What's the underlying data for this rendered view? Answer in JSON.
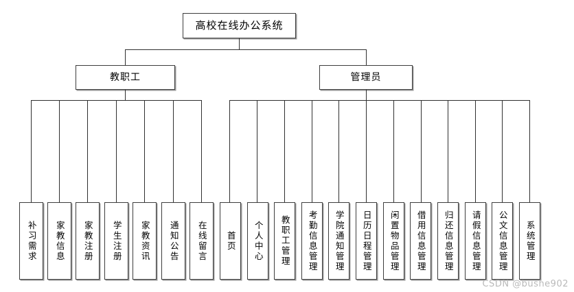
{
  "diagram": {
    "type": "tree-hierarchy",
    "root": {
      "label": "高校在线办公系统"
    },
    "branches": [
      {
        "id": "staff",
        "label": "教职工",
        "leaves": [
          {
            "label": "补习需求"
          },
          {
            "label": "家教信息"
          },
          {
            "label": "家教注册"
          },
          {
            "label": "学生注册"
          },
          {
            "label": "家教资讯"
          },
          {
            "label": "通知公告"
          },
          {
            "label": "在线留言"
          }
        ]
      },
      {
        "id": "admin",
        "label": "管理员",
        "leaves": [
          {
            "label": "首页"
          },
          {
            "label": "个人中心"
          },
          {
            "label": "教职工管理"
          },
          {
            "label": "考勤信息管理"
          },
          {
            "label": "学院通知管理"
          },
          {
            "label": "日历日程管理"
          },
          {
            "label": "闲置物品管理"
          },
          {
            "label": "借用信息管理"
          },
          {
            "label": "归还信息管理"
          },
          {
            "label": "请假信息管理"
          },
          {
            "label": "公文信息管理"
          },
          {
            "label": "系统管理"
          }
        ]
      }
    ]
  },
  "watermark": {
    "text": "CSDN @bushe902"
  },
  "colors": {
    "background": "#ffffff",
    "box_fill": "#ffffff",
    "box_border": "#3c3c3c",
    "box_shadow": "#9a9a9a",
    "connector": "#2e2e2e",
    "text": "#000000",
    "watermark": "#b9b9b9"
  }
}
